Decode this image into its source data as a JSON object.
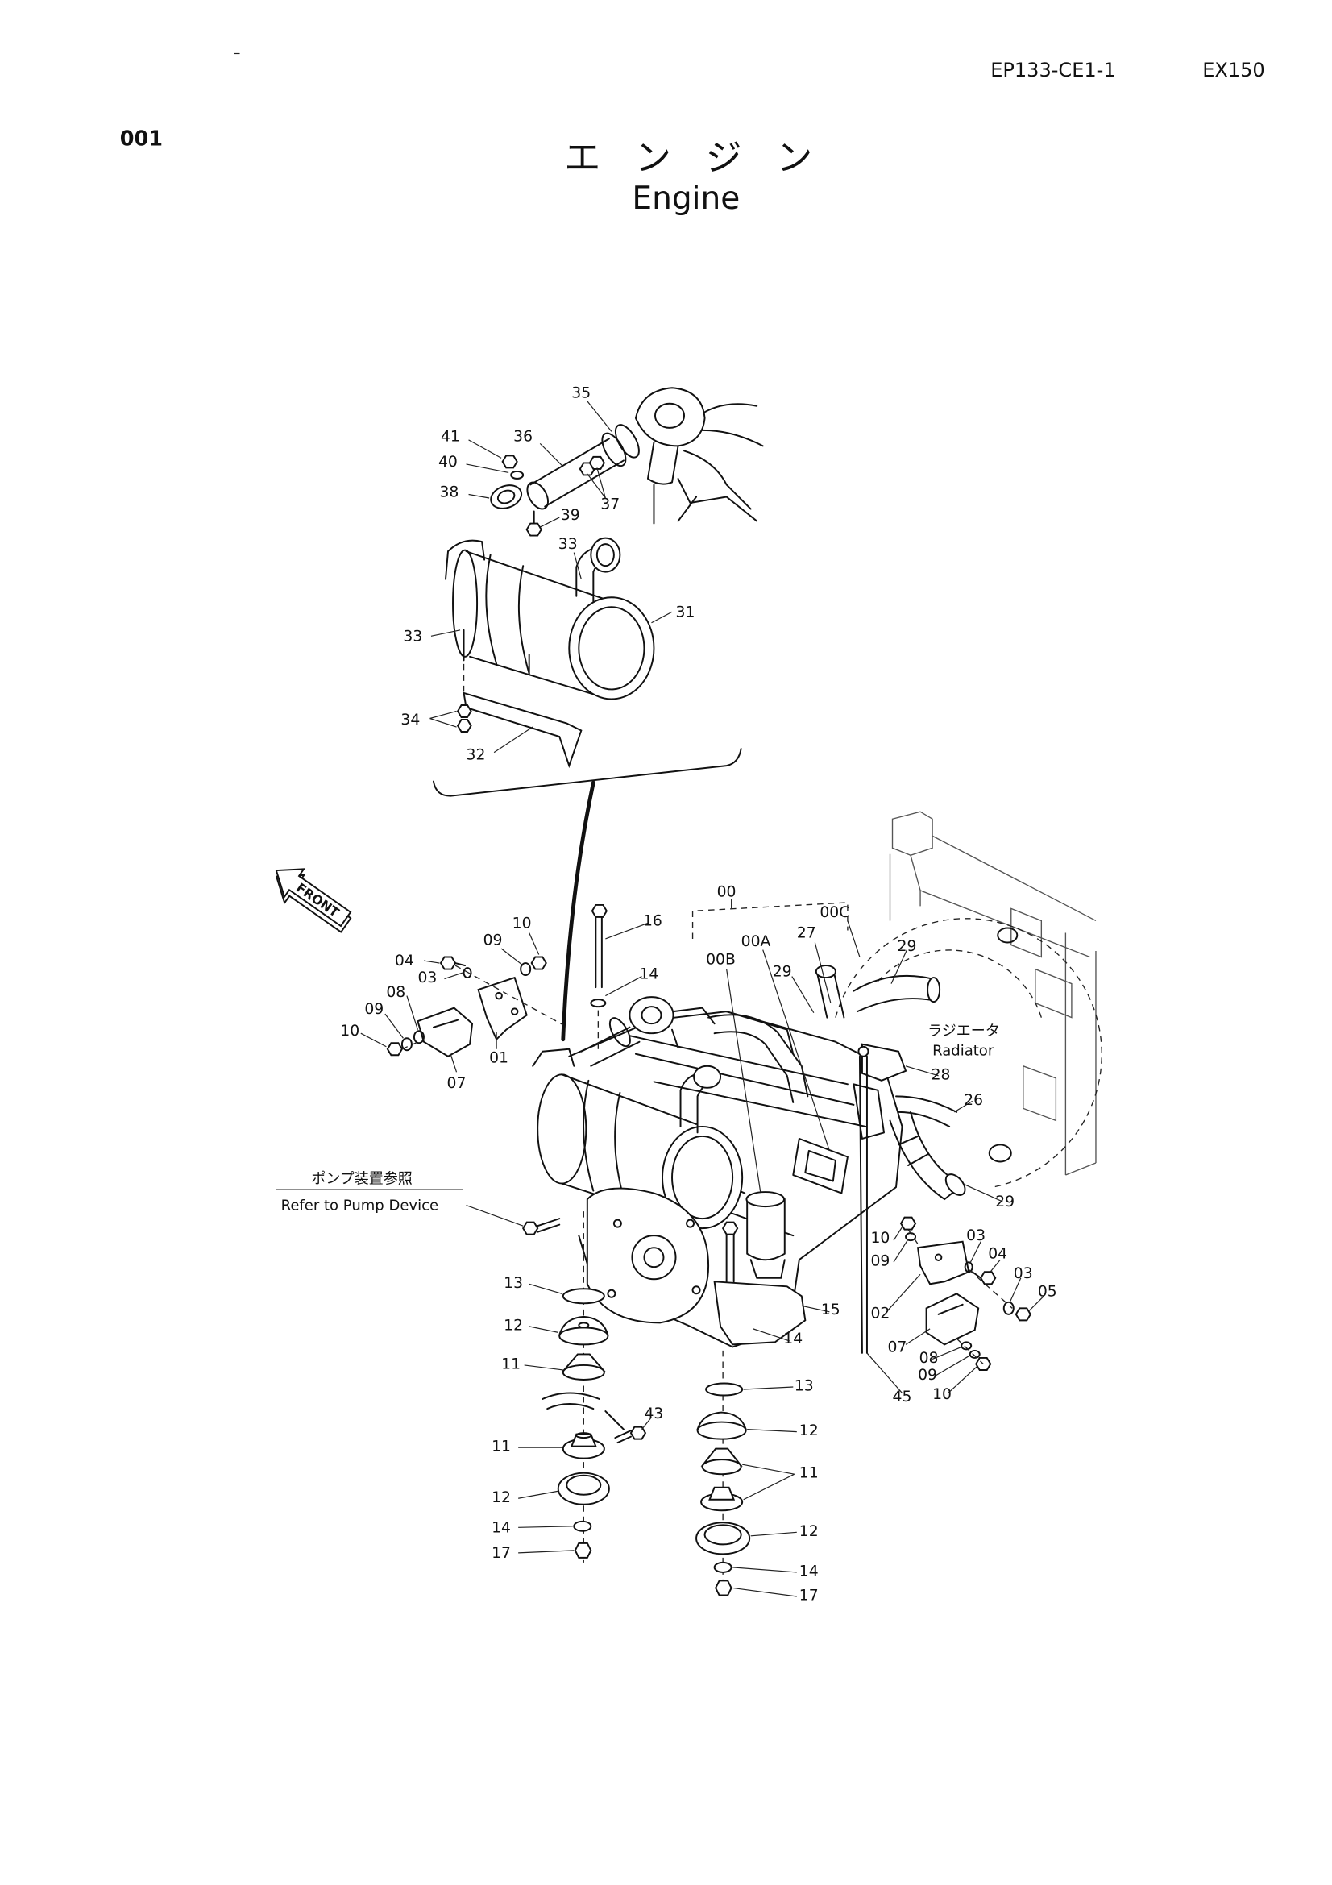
{
  "header": {
    "code": "EP133-CE1-1",
    "model": "EX150",
    "page_no": "001",
    "title_ja": "エ ン ジ ン",
    "title_en": "Engine"
  },
  "annotations": {
    "front": "FRONT",
    "radiator_ja": "ラジエータ",
    "radiator_en": "Radiator",
    "pump_ref_ja": "ポンプ装置参照",
    "pump_ref_en": "Refer to Pump Device"
  },
  "muffler_group": [
    "35",
    "36",
    "41",
    "40",
    "38",
    "37",
    "39",
    "33",
    "31",
    "33",
    "34",
    "32"
  ],
  "engine_group": [
    "00",
    "16",
    "10",
    "00C",
    "09",
    "27",
    "29",
    "04",
    "00B",
    "00A",
    "14",
    "03",
    "29",
    "08",
    "09",
    "10",
    "01",
    "07",
    "28",
    "26",
    "29",
    "10",
    "03",
    "04",
    "09",
    "03",
    "13",
    "05",
    "15",
    "02",
    "12",
    "14",
    "07",
    "08",
    "11",
    "09",
    "45",
    "10",
    "13",
    "43",
    "12",
    "11",
    "11",
    "12",
    "12",
    "14",
    "17",
    "14",
    "17"
  ]
}
